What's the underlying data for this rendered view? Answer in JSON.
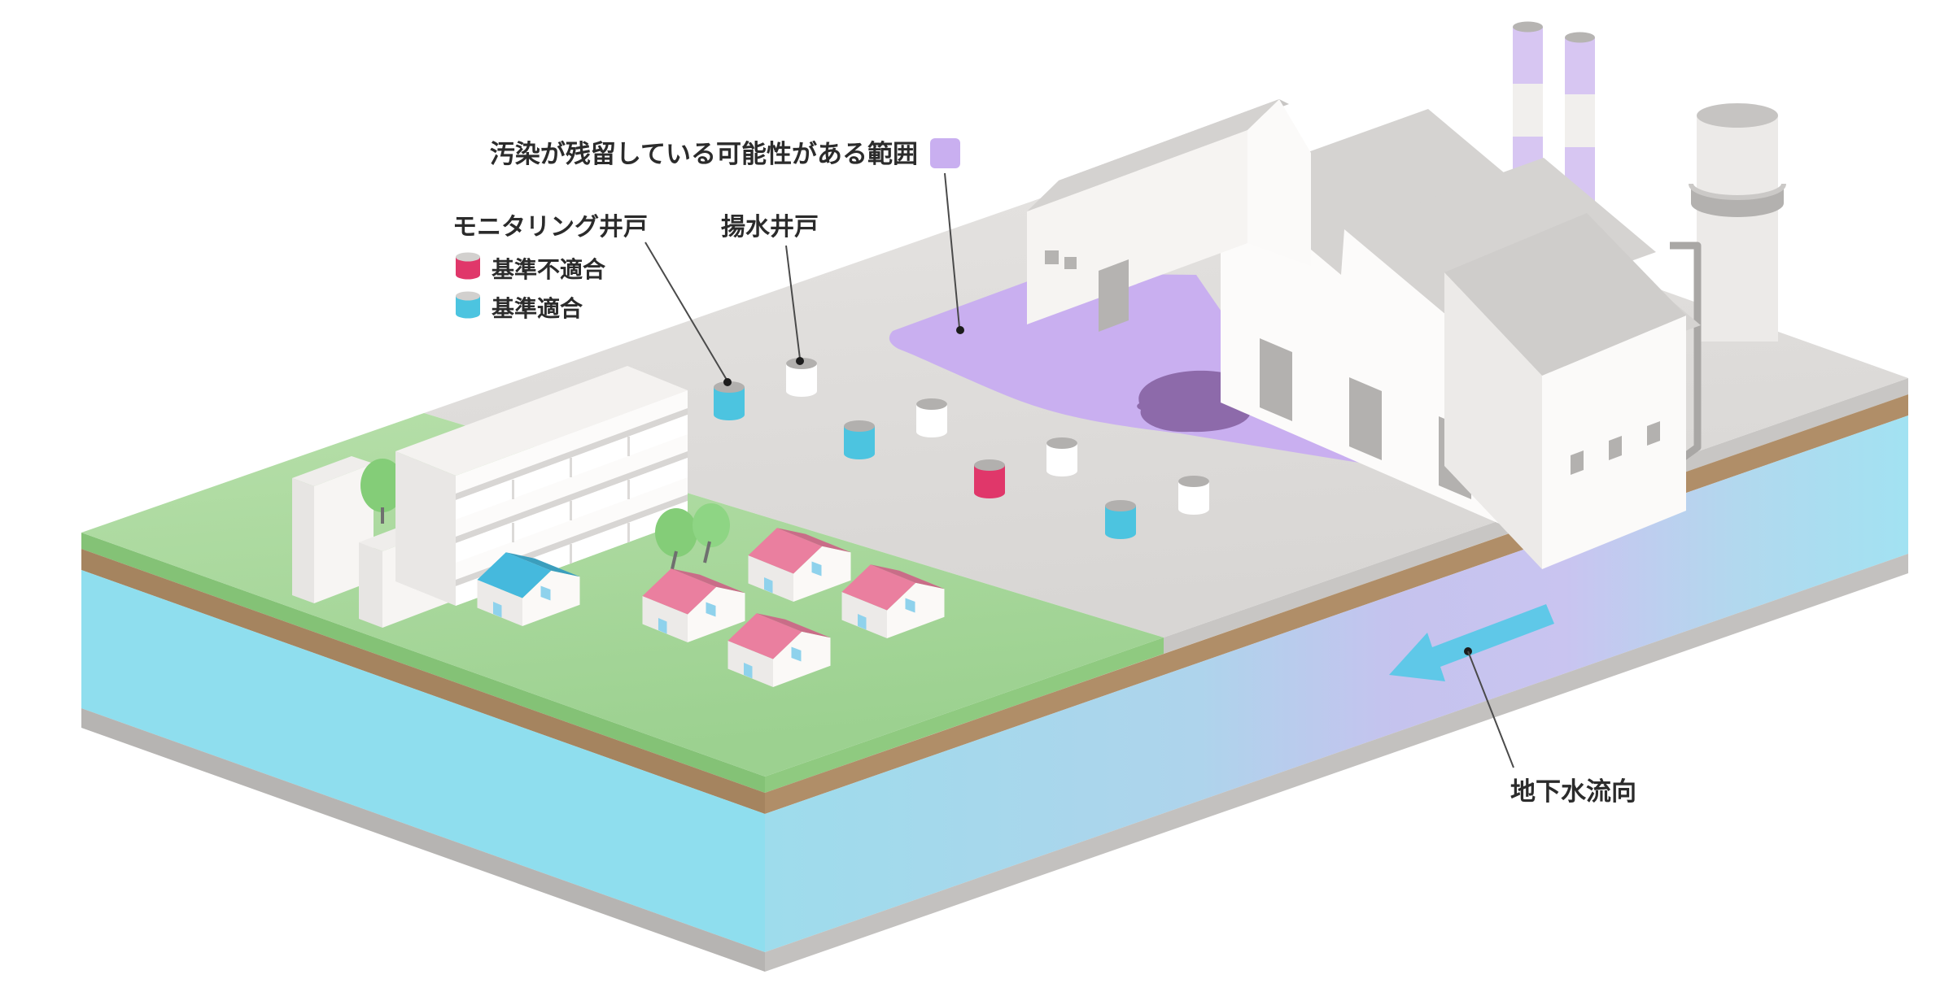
{
  "diagram": {
    "contamination_area_label": "汚染が残留している可能性がある範囲",
    "monitoring_well_title": "モニタリング井戸",
    "noncompliant_label": "基準不適合",
    "compliant_label": "基準適合",
    "pumping_well_label": "揚水井戸",
    "groundwater_flow_label": "地下水流向"
  },
  "colors": {
    "contamination_area": "#c9aff0",
    "contamination_source": "#8d6aaa",
    "noncompliant": "#e0376a",
    "compliant": "#4cc4e0",
    "pumping_well": "#ffffff",
    "flow_arrow": "#5fc8e8",
    "grass": "#a8d69b",
    "pavement": "#dedcda",
    "soil": "#b08e68",
    "groundwater": "#8fdeee",
    "pink_roof": "#ea7f9f",
    "blue_roof": "#45b9dd",
    "chimney_stripe": "#d7c6f2",
    "label_text": "#2b2b2b"
  },
  "scene": {
    "groundwater_flow_direction": "down-left",
    "wells": [
      {
        "type": "monitoring",
        "status": "compliant"
      },
      {
        "type": "pumping",
        "status": "pumping"
      },
      {
        "type": "monitoring",
        "status": "compliant"
      },
      {
        "type": "pumping",
        "status": "pumping"
      },
      {
        "type": "monitoring",
        "status": "non-compliant"
      },
      {
        "type": "pumping",
        "status": "pumping"
      },
      {
        "type": "monitoring",
        "status": "compliant"
      },
      {
        "type": "pumping",
        "status": "pumping"
      }
    ]
  }
}
